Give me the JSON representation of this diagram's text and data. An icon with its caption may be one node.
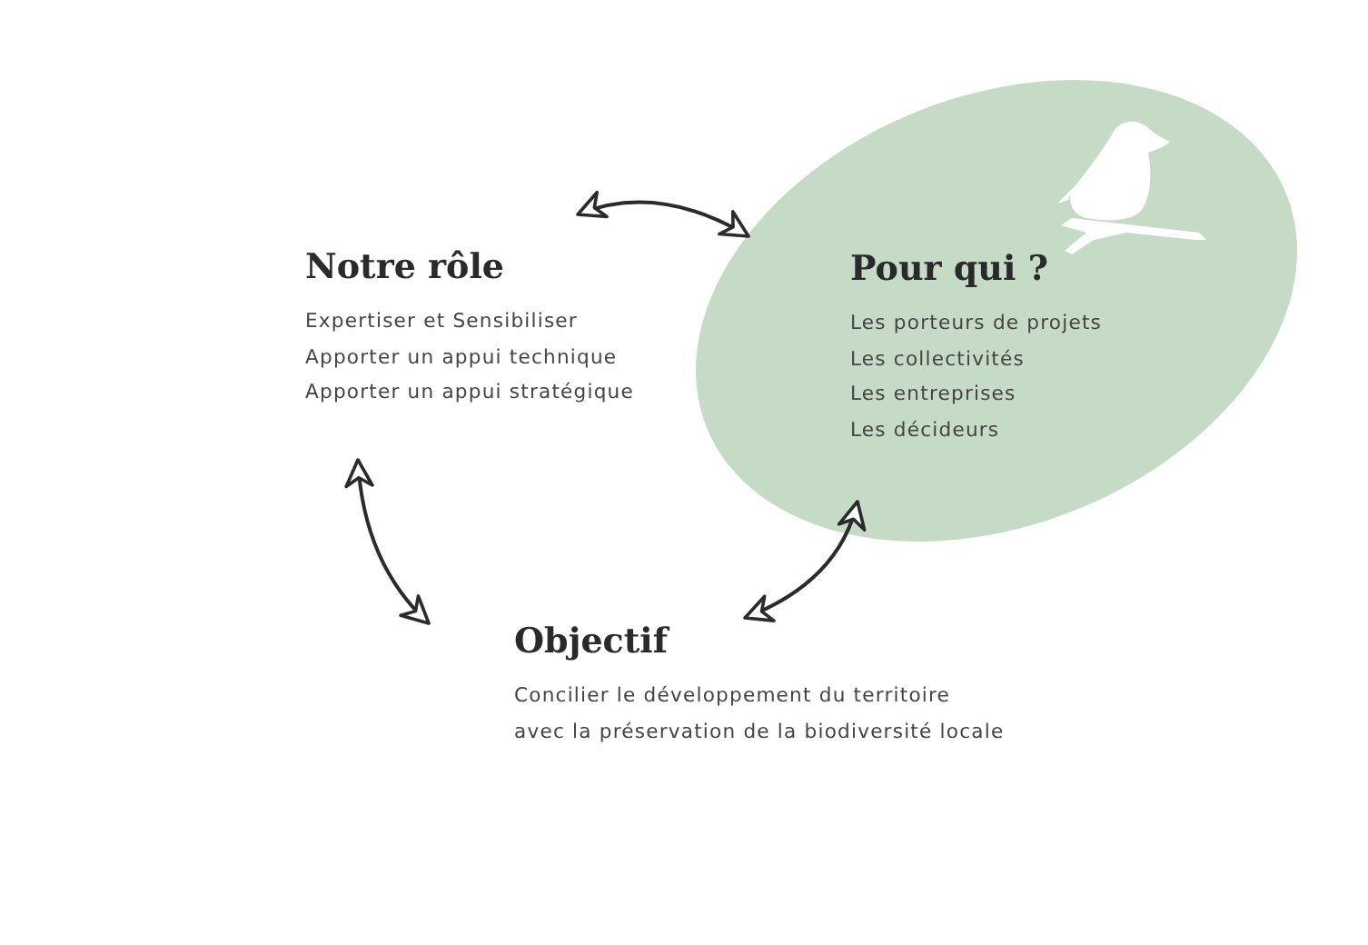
{
  "diagram": {
    "nodes": [
      {
        "text": [
          "Notre rôle",
          "Expertiser et Sensibiliser",
          "Apporter un appui technique",
          "Apporter un appui stratégique"
        ]
      },
      {
        "text": [
          "Pour qui ?",
          "Les porteurs de projets",
          "Les collectivités",
          "Les entreprises",
          "Les décideurs"
        ]
      },
      {
        "text": [
          "Objectif",
          "Concilier le développement du territoire avec la préservation de la biodiversité locale"
        ]
      }
    ],
    "edges": [
      {
        "from": 0,
        "to": 1,
        "arrow": "both"
      },
      {
        "from": 0,
        "to": 2,
        "arrow": "both"
      },
      {
        "from": 1,
        "to": 2,
        "arrow": "both"
      }
    ]
  }
}
